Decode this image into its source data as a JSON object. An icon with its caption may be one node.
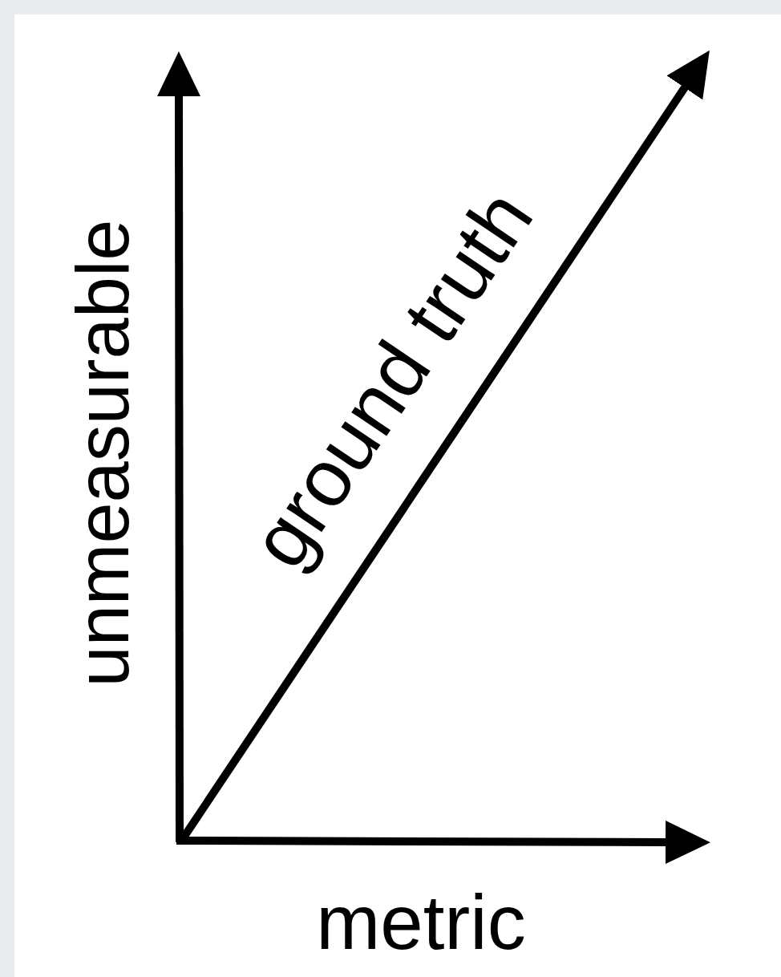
{
  "diagram": {
    "labels": [
      "unmeasurable",
      "ground truth",
      "metric"
    ]
  }
}
